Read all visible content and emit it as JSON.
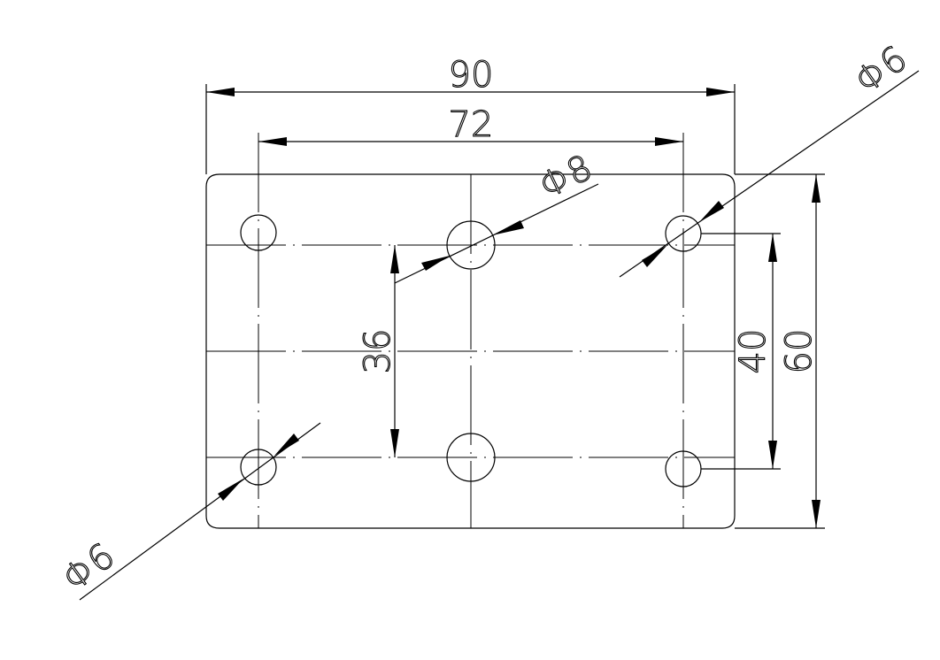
{
  "drawing": {
    "dimensions": {
      "overall_width": "90",
      "hole_spacing_x": "72",
      "overall_height": "60",
      "hole_spacing_y_outer": "40",
      "hole_spacing_y_inner": "36",
      "center_hole_diameter": "Φ8",
      "corner_hole_diameter_top": "Φ6",
      "corner_hole_diameter_bottom": "Φ6"
    },
    "line_color": "#000000",
    "background": "#ffffff"
  }
}
